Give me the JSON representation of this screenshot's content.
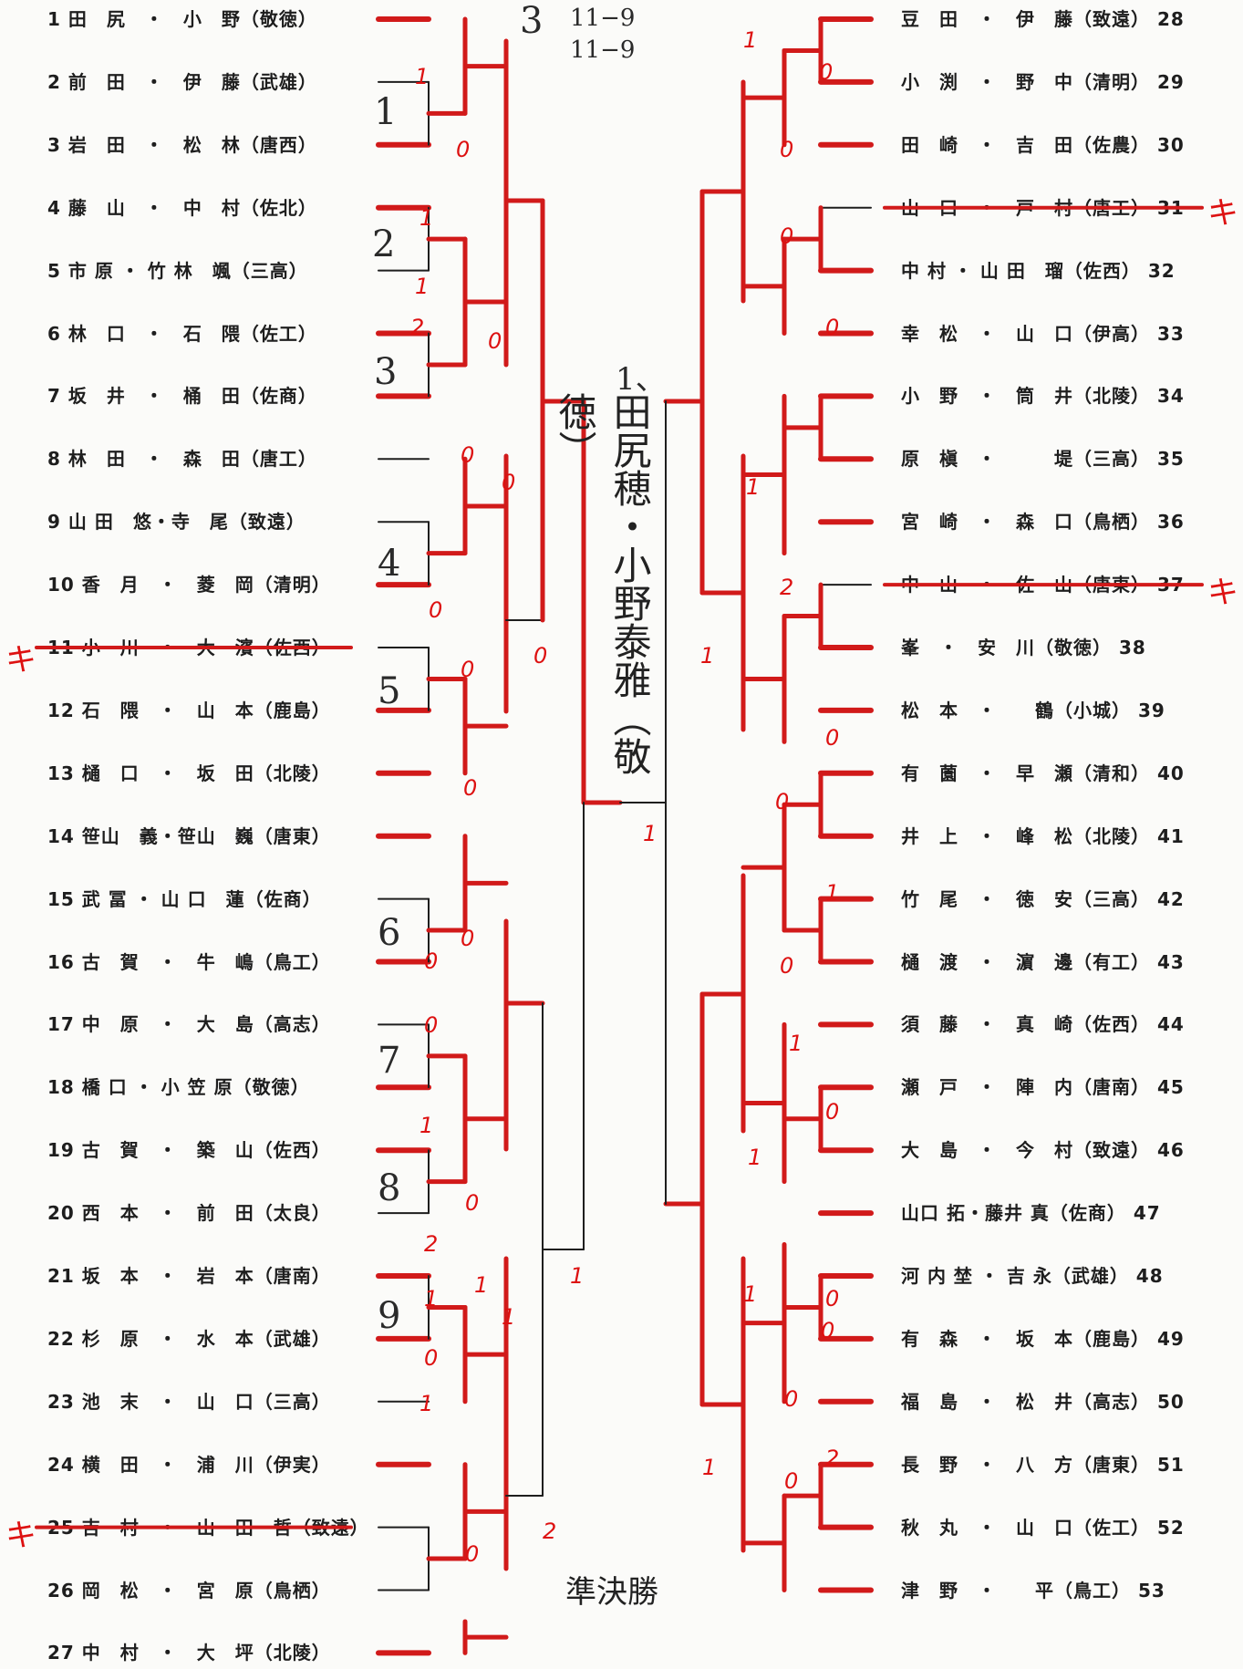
{
  "left_entries": [
    {
      "no": "1",
      "text": "1 田　尻　・　小　野（敬徳）"
    },
    {
      "no": "2",
      "text": "2 前　田　・　伊　藤（武雄）"
    },
    {
      "no": "3",
      "text": "3 岩　田　・　松　林（唐西）"
    },
    {
      "no": "4",
      "text": "4 藤　山　・　中　村（佐北）"
    },
    {
      "no": "5",
      "text": "5 市 原 ・ 竹 林　颯（三高）"
    },
    {
      "no": "6",
      "text": "6 林　口　・　石　隈（佐工）"
    },
    {
      "no": "7",
      "text": "7 坂　井　・　桶　田（佐商）"
    },
    {
      "no": "8",
      "text": "8 林　田　・　森　田（唐工）"
    },
    {
      "no": "9",
      "text": "9 山 田　悠・寺　尾（致遠）"
    },
    {
      "no": "10",
      "text": "10 香　月　・　菱　岡（清明）"
    },
    {
      "no": "11",
      "text": "11 小　川　・　大　濱（佐西）"
    },
    {
      "no": "12",
      "text": "12 石　隈　・　山　本（鹿島）"
    },
    {
      "no": "13",
      "text": "13 樋　口　・　坂　田（北陵）"
    },
    {
      "no": "14",
      "text": "14 笹山　義・笹山　巍（唐東）"
    },
    {
      "no": "15",
      "text": "15 武 冨 ・ 山 口　蓮（佐商）"
    },
    {
      "no": "16",
      "text": "16 古　賀　・　牛　嶋（鳥工）"
    },
    {
      "no": "17",
      "text": "17 中　原　・　大　島（高志）"
    },
    {
      "no": "18",
      "text": "18 橋 口 ・ 小 笠 原（敬徳）"
    },
    {
      "no": "19",
      "text": "19 古　賀　・　築　山（佐西）"
    },
    {
      "no": "20",
      "text": "20 西　本　・　前　田（太良）"
    },
    {
      "no": "21",
      "text": "21 坂　本　・　岩　本（唐南）"
    },
    {
      "no": "22",
      "text": "22 杉　原　・　水　本（武雄）"
    },
    {
      "no": "23",
      "text": "23 池　末　・　山　口（三高）"
    },
    {
      "no": "24",
      "text": "24 横　田　・　浦　川（伊実）"
    },
    {
      "no": "25",
      "text": "25 吉　村　・　山　田　哲（致遠）"
    },
    {
      "no": "26",
      "text": "26 岡　松　・　宮　原（鳥栖）"
    },
    {
      "no": "27",
      "text": "27 中　村　・　大　坪（北陵）"
    }
  ],
  "right_entries": [
    {
      "no": "28",
      "text": "豆　田　・　伊　藤（致遠） 28"
    },
    {
      "no": "29",
      "text": "小　渕　・　野　中（清明） 29"
    },
    {
      "no": "30",
      "text": "田　崎　・　吉　田（佐農） 30"
    },
    {
      "no": "31",
      "text": "山　口　・　戸　村（唐工） 31"
    },
    {
      "no": "32",
      "text": "中 村 ・ 山 田　瑠（佐西） 32"
    },
    {
      "no": "33",
      "text": "幸　松　・　山　口（伊高） 33"
    },
    {
      "no": "34",
      "text": "小　野　・　筒　井（北陵） 34"
    },
    {
      "no": "35",
      "text": "原　槇　・　　　堤（三高） 35"
    },
    {
      "no": "36",
      "text": "宮　崎　・　森　口（鳥栖） 36"
    },
    {
      "no": "37",
      "text": "中　山　・　佐　山（唐東） 37"
    },
    {
      "no": "38",
      "text": "峯　・　安　川（敬徳） 38"
    },
    {
      "no": "39",
      "text": "松　本　・　　鶴（小城） 39"
    },
    {
      "no": "40",
      "text": "有　薗　・　早　瀬（清和） 40"
    },
    {
      "no": "41",
      "text": "井　上　・　峰　松（北陵） 41"
    },
    {
      "no": "42",
      "text": "竹　尾　・　徳　安（三高） 42"
    },
    {
      "no": "43",
      "text": "樋　渡　・　濵　邊（有工） 43"
    },
    {
      "no": "44",
      "text": "須　藤　・　真　崎（佐西） 44"
    },
    {
      "no": "45",
      "text": "瀬　戸　・　陣　内（唐南） 45"
    },
    {
      "no": "46",
      "text": "大　島　・　今　村（致遠） 46"
    },
    {
      "no": "47",
      "text": "山口 拓・藤井 真（佐商） 47"
    },
    {
      "no": "48",
      "text": "河 内 埜 ・ 吉 永（武雄） 48"
    },
    {
      "no": "49",
      "text": "有　森　・　坂　本（鹿島） 49"
    },
    {
      "no": "50",
      "text": "福　島　・　松　井（高志） 50"
    },
    {
      "no": "51",
      "text": "長　野　・　八　方（唐東） 51"
    },
    {
      "no": "52",
      "text": "秋　丸　・　山　口（佐工） 52"
    },
    {
      "no": "53",
      "text": "津　野　・　　平（鳥工） 53"
    }
  ],
  "champion": {
    "text": "田尻穂・小野泰雅（敬徳）",
    "rank": "1、"
  },
  "semi_label": "準決勝",
  "top_scores": {
    "a": "3",
    "b": "11−9",
    "c": "11−9"
  },
  "withdrawn_mark": "キ",
  "colors": {
    "red": "#d11a1a",
    "ink": "#1e1e1e"
  }
}
